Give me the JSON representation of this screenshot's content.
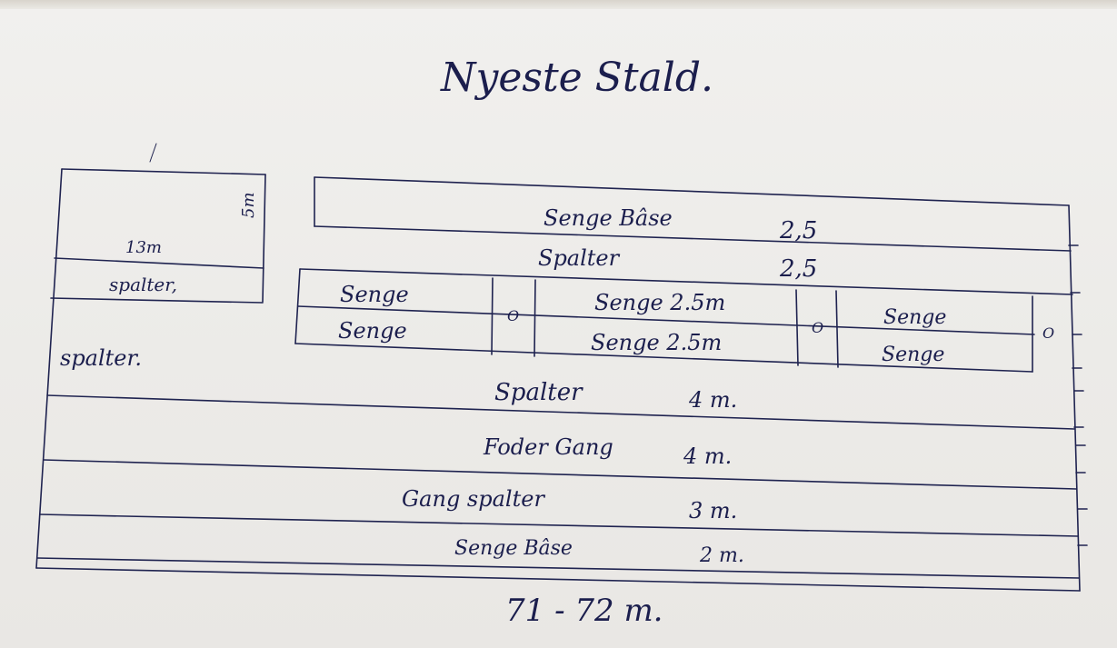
{
  "title": "Nyeste Stald.",
  "total_length": "71 - 72 m.",
  "left_block": {
    "width_label": "13m",
    "depth_label": "5m",
    "spalter_small": "spalter,",
    "spalter_large": "spalter."
  },
  "rows": {
    "senge_baase_top": {
      "label": "Senge Bâse",
      "value": "2,5"
    },
    "spalter_top": {
      "label": "Spalter",
      "value": "2,5"
    },
    "cubicles": {
      "left_upper": "Senge",
      "left_lower": "Senge",
      "mid_upper": "Senge 2.5m",
      "mid_lower": "Senge 2.5m",
      "right_upper": "Senge",
      "right_lower": "Senge",
      "waterer_1": "O",
      "waterer_2": "O",
      "waterer_3": "O"
    },
    "spalter_mid": {
      "label": "Spalter",
      "value": "4 m."
    },
    "foder_gang": {
      "label": "Foder Gang",
      "value": "4 m."
    },
    "gang_spalter": {
      "label": "Gang spalter",
      "value": "3 m."
    },
    "senge_baase_bottom": {
      "label": "Senge Bâse",
      "value": "2 m."
    }
  }
}
